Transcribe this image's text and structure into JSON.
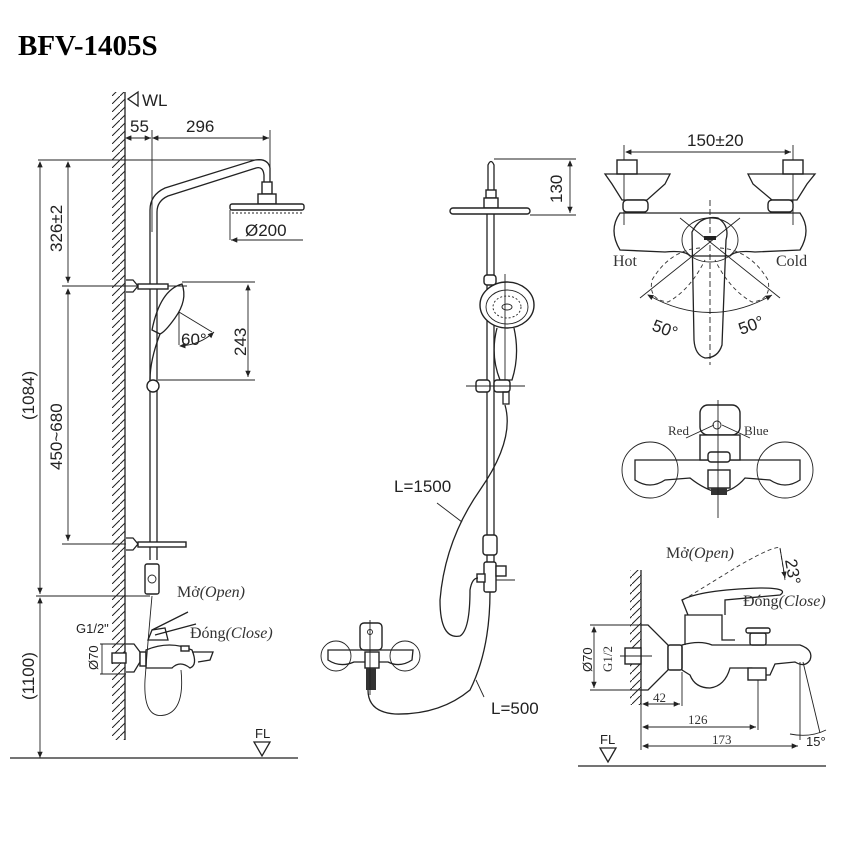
{
  "title": "BFV-1405S",
  "side_view": {
    "wall_label": "WL",
    "floor_label": "FL",
    "dim_wall_to_bar": "55",
    "dim_arm_reach": "296",
    "dim_head_diameter": "Ø200",
    "dim_top_to_bracket": "326±2",
    "dim_total_height": "(1084)",
    "dim_bracket_range": "450~680",
    "dim_handshower_height": "243",
    "angle_handshower": "60°",
    "dim_mixer_height": "(1100)",
    "inlet_thread": "G1/2\"",
    "flange_diameter": "Ø70",
    "lever_open": "Mở",
    "lever_open_en": "(Open)",
    "lever_close": "Đóng",
    "lever_close_en": "(Close)"
  },
  "front_view": {
    "dim_head_to_top": "130",
    "hose_long": "L=1500",
    "hose_short": "L=500"
  },
  "mixer_top_view": {
    "dim_inlet_spacing": "150±20",
    "label_hot": "Hot",
    "label_cold": "Cold",
    "angle_left": "50°",
    "angle_right": "50°"
  },
  "mixer_front_view": {
    "label_red": "Red",
    "label_blue": "Blue"
  },
  "mixer_side_view": {
    "lever_open": "Mở",
    "lever_open_en": "(Open)",
    "lever_close": "Đóng",
    "lever_close_en": "(Close)",
    "angle_lever": "23°",
    "flange_diameter": "Ø70",
    "inlet_thread": "G1/2",
    "dim_flange_depth": "42",
    "dim_to_diverter": "126",
    "dim_to_spout": "173",
    "angle_spout": "15°",
    "floor_label": "FL"
  }
}
